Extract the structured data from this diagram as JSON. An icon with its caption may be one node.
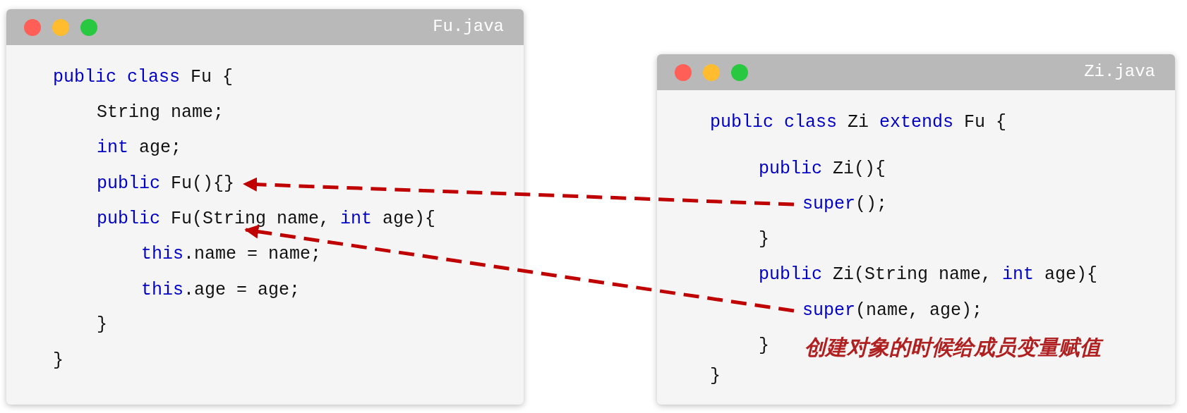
{
  "diagram": {
    "nodes": [
      {
        "text": [
          "Fu.java"
        ]
      },
      {
        "text": [
          "**public** **class** Fu {"
        ],
        "in": 0
      },
      {
        "text": [
          "String name;"
        ],
        "in": 0
      },
      {
        "text": [
          "**int** age;"
        ],
        "in": 0
      },
      {
        "text": [
          "**public** Fu(){}"
        ],
        "in": 0
      },
      {
        "text": [
          "**public** Fu(String name, **int** age){"
        ],
        "in": 0
      },
      {
        "text": [
          "**this**.name = name;"
        ],
        "in": 0
      },
      {
        "text": [
          "**this**.age = age;"
        ],
        "in": 0
      },
      {
        "text": [
          "}"
        ],
        "in": 0
      },
      {
        "text": [
          "}"
        ],
        "in": 0
      },
      {
        "text": [
          "Zi.java"
        ]
      },
      {
        "text": [
          "**public** **class** Zi **extends** Fu {"
        ],
        "in": 10
      },
      {
        "text": [
          "**public** Zi(){"
        ],
        "in": 10
      },
      {
        "text": [
          "**super**();"
        ],
        "in": 10
      },
      {
        "text": [
          "}"
        ],
        "in": 10
      },
      {
        "text": [
          "**public** Zi(String name, **int** age){"
        ],
        "in": 10
      },
      {
        "text": [
          "**super**(name, age);"
        ],
        "in": 10
      },
      {
        "text": [
          "}"
        ],
        "in": 10
      },
      {
        "text": [
          "}"
        ],
        "in": 10
      }
    ],
    "edges": [
      {
        "from": 13,
        "to": 4,
        "arrow": "to",
        "style": "dashed",
        "color": "#c00000"
      },
      {
        "from": 16,
        "to": 5,
        "arrow": "to",
        "style": "dashed",
        "color": "#c00000"
      }
    ],
    "labels": [
      "创建对象的时候给成员变量赋值"
    ]
  }
}
